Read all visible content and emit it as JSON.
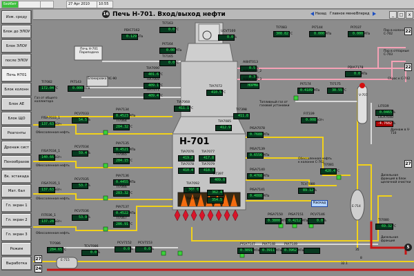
{
  "topbar": {
    "status": "Бейбит",
    "date": "27 Apr 2010",
    "time": "10:55"
  },
  "sidebar": {
    "items": [
      {
        "label": "Изм. среду"
      },
      {
        "label": "Блок до ЭЛОУ"
      },
      {
        "label": "Блок ЭЛОУ"
      },
      {
        "label": "после ЭЛОУ"
      },
      {
        "label": "Печь Н701"
      },
      {
        "label": "Блок колонн"
      },
      {
        "label": "Блок АЕ"
      },
      {
        "label": "Блок ЩО"
      },
      {
        "label": "Реагенты"
      },
      {
        "label": "Дренаж сист"
      },
      {
        "label": "Пенообразов"
      },
      {
        "label": "Вк. эстакада"
      },
      {
        "label": "Мат. бал"
      },
      {
        "label": "Гл. экран 1"
      },
      {
        "label": "Гл. экран 2"
      },
      {
        "label": "Гл. экран 3"
      },
      {
        "label": "Режим"
      },
      {
        "label": "Выработка"
      }
    ]
  },
  "header": {
    "screen_number": "16",
    "title": "Печь Н-701. Вход/выход нефти",
    "nav_back": "Назад",
    "nav_home": "Главное меню",
    "nav_forward": "Вперед",
    "win_min": "_",
    "win_max": "□",
    "win_close": "x"
  },
  "furnace": {
    "label": "Н-701",
    "caption": "Печь Н-701 Пароподача",
    "block_label": "Блокировка ЧС-90"
  },
  "tags": [
    {
      "name": "TI7082",
      "value": "172.04",
      "unit": "°C"
    },
    {
      "name": "PI7143",
      "value": "0.000",
      "unit": "МПа"
    },
    {
      "name": "PDIC7162",
      "value": "0.129",
      "unit": "кПа"
    },
    {
      "name": "TI7163",
      "value": "0.0",
      "unit": "°C"
    },
    {
      "name": "PI7164",
      "value": "0.00",
      "unit": "МПа"
    },
    {
      "name": "TI7165",
      "value": "0.0",
      "unit": "°C"
    },
    {
      "name": "UCV7100",
      "value": "0.0",
      "unit": "%"
    },
    {
      "name": "TIA7090",
      "value": "401.6",
      "unit": "°C"
    },
    {
      "name": "TIA7069",
      "value": "409.1",
      "unit": "°C"
    },
    {
      "name": "TIA7071",
      "value": "409.4",
      "unit": "°C"
    },
    {
      "name": "TIA7072",
      "value": "410.5",
      "unit": "°C"
    },
    {
      "name": "AI84T013",
      "value": "0.5",
      "unit": "%"
    },
    {
      "name": "AI84T013_2",
      "value": "0.3",
      "unit": "%"
    },
    {
      "name": "AI84T013_3",
      "value": "НОРМА",
      "unit": ""
    },
    {
      "name": "TI7083",
      "value": "308.82",
      "unit": "°C"
    },
    {
      "name": "PI7144",
      "value": "0.000",
      "unit": "МПа"
    },
    {
      "name": "PI7037",
      "value": "0.000",
      "unit": "МПа"
    },
    {
      "name": "PDIA7178",
      "value": "0.0",
      "unit": "МПа"
    },
    {
      "name": "PI7174",
      "value": "0.4189",
      "unit": "МПа"
    },
    {
      "name": "TI7175",
      "value": "30.55",
      "unit": "°C"
    },
    {
      "name": "FI7339",
      "value": "0.008",
      "unit": "м3/ч"
    },
    {
      "name": "LI7039",
      "value": "0.0465",
      "unit": "%"
    },
    {
      "name": "LICA7040",
      "value": "-4.7682",
      "unit": "%"
    },
    {
      "name": "PIA7134",
      "value": "0.4523",
      "unit": "МПа"
    },
    {
      "name": "TI7064",
      "value": "284.32",
      "unit": "°C"
    },
    {
      "name": "PIA7135",
      "value": "0.4521",
      "unit": "МПа"
    },
    {
      "name": "TI7065",
      "value": "284.15",
      "unit": "°C"
    },
    {
      "name": "PIA7136",
      "value": "0.4455",
      "unit": "МПа"
    },
    {
      "name": "TI7066",
      "value": "283.32",
      "unit": "°C"
    },
    {
      "name": "PIA7137",
      "value": "0.4522",
      "unit": "МПа"
    },
    {
      "name": "TI7067",
      "value": "286.91",
      "unit": "°C"
    },
    {
      "name": "FISA7033_1",
      "value": "137.63",
      "unit": "м3/ч"
    },
    {
      "name": "PCV7033",
      "value": "54.5",
      "unit": "%"
    },
    {
      "name": "FISA7034_1",
      "value": "140.66",
      "unit": "м3/ч"
    },
    {
      "name": "PCV7034",
      "value": "59.4",
      "unit": "%"
    },
    {
      "name": "FISA7035_1",
      "value": "137.63",
      "unit": "м3/ч"
    },
    {
      "name": "PCV7035",
      "value": "53.7",
      "unit": "%"
    },
    {
      "name": "FI7036_1",
      "value": "137.28",
      "unit": "м3/ч"
    },
    {
      "name": "PCV7036",
      "value": "53.9",
      "unit": "%"
    },
    {
      "name": "TIA7068",
      "value": "411.1",
      "unit": "°C"
    },
    {
      "name": "TIA7076",
      "value": "419.2",
      "unit": "°C"
    },
    {
      "name": "TIA7077",
      "value": "417.8",
      "unit": "°C"
    },
    {
      "name": "TIA7078",
      "value": "410.4",
      "unit": "°C"
    },
    {
      "name": "TIA7079",
      "value": "418.3",
      "unit": "°C"
    },
    {
      "name": "TIA7085",
      "value": "412.9",
      "unit": "°C"
    },
    {
      "name": "TIA7092",
      "value": "366.8",
      "unit": "°C"
    },
    {
      "name": "TIA7093",
      "value": "362.4",
      "unit": "°C"
    },
    {
      "name": "TIA7094",
      "value": "354.5",
      "unit": "°C"
    },
    {
      "name": "TI7398",
      "value": "411.8",
      "unit": "°C"
    },
    {
      "name": "TI7397",
      "value": "409.0",
      "unit": "°C"
    },
    {
      "name": "PISA7078",
      "value": "0.7688",
      "unit": "МПа"
    },
    {
      "name": "PISA7139",
      "value": "0.6556",
      "unit": "МПа"
    },
    {
      "name": "PISA7140",
      "value": "0.4768",
      "unit": "МПа"
    },
    {
      "name": "PISA7141",
      "value": "0.4888",
      "unit": "МПа"
    },
    {
      "name": "TCV7080",
      "value": "89.12",
      "unit": "%"
    },
    {
      "name": "TI7081",
      "value": "420.4",
      "unit": "°C"
    },
    {
      "name": "TI7080",
      "value": "69.32",
      "unit": "°C"
    },
    {
      "name": "TI7086",
      "value": "284.65",
      "unit": "°C"
    },
    {
      "name": "TCV7086",
      "value": "0.0",
      "unit": "%"
    },
    {
      "name": "PISA7150",
      "value": "0.3800",
      "unit": "МПа"
    },
    {
      "name": "PISA7151",
      "value": "0.4212",
      "unit": "МПа"
    },
    {
      "name": "PCV7152",
      "value": "0.0",
      "unit": "%"
    },
    {
      "name": "PCV7153",
      "value": "0.0",
      "unit": "%"
    },
    {
      "name": "PCV7146",
      "value": "0.0",
      "unit": "%"
    },
    {
      "name": "PISA7147",
      "value": "0.3891",
      "unit": "МПа"
    },
    {
      "name": "PIA7148",
      "value": "0.3911",
      "unit": "МПа"
    },
    {
      "name": "PIA7149",
      "value": "0.3962",
      "unit": "МПа"
    }
  ],
  "notes": {
    "gas_from_collector": "Газ от общего коллектора",
    "desalted_oil_1": "Обессоленная нефть",
    "desalted_oil_2": "Обессоленная нефть",
    "desalted_oil_3": "Обессоленная нефть",
    "desalted_oil_4": "Обессоленная нефть",
    "to_column": "Обессоленная нефть к колонне С-702",
    "fuel_gas": "Топливный газ от газовой установки",
    "steam_to_c702": "Пар в колонну С-702",
    "steam_to_c703": "Пар в отпарные С-703",
    "vent_c702": "Сброс к С-702",
    "drain_v710": "Дренаж в V-710",
    "diesel_block": "Дизельная фракция в блок щелочной очистки",
    "diesel_fraction": "Дизельная фракция",
    "kaskad": "Каскад",
    "e715": "Е-715",
    "e714": "Е-714",
    "v707": "V-707",
    "tank_8": "8",
    "val_321": "32.1",
    "val_35": "35"
  },
  "badges": [
    "22",
    "22",
    "27",
    "27",
    "24",
    "5"
  ],
  "colors": {
    "pipe_yellow": "#f2d21a",
    "pipe_pink": "#f5a2b6",
    "pipe_red": "#c81414",
    "pipe_white": "#f4f4f4",
    "value_bg": "#07381f",
    "value_text": "#38ff66"
  }
}
